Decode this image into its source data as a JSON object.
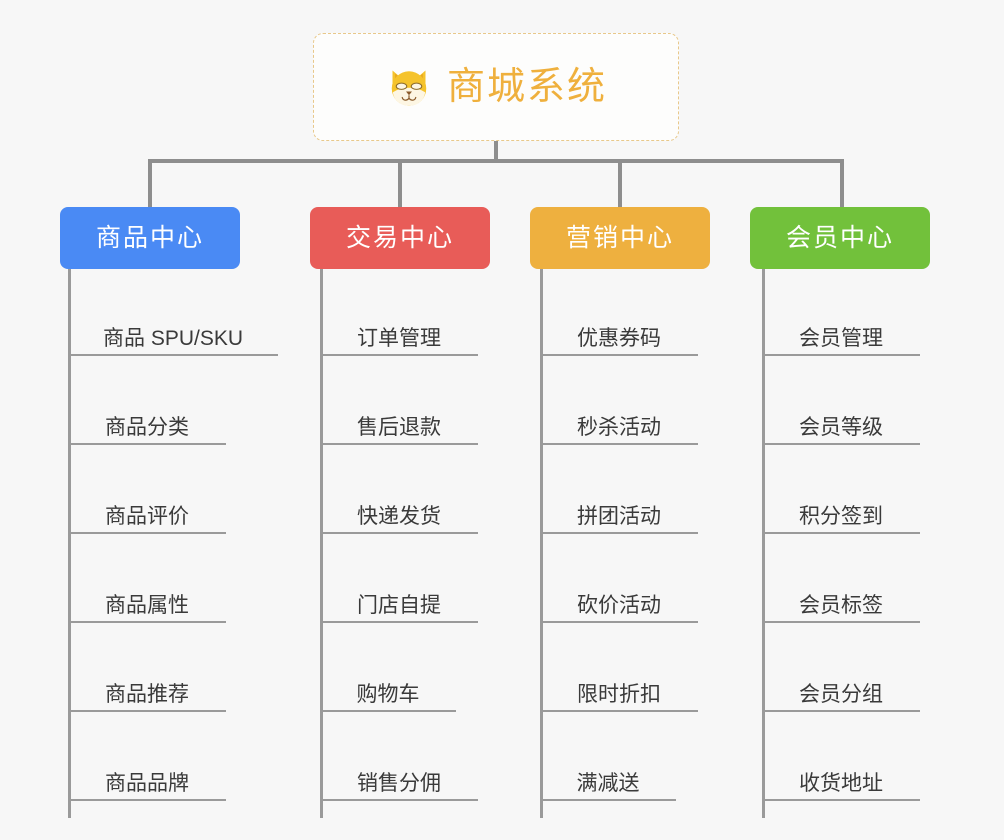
{
  "root": {
    "title": "商城系统",
    "icon": "shiba-dog-face-icon",
    "color": "#efb03d",
    "border_color": "#e8c88a",
    "background": "#fdfdfc"
  },
  "canvas": {
    "background": "#f7f7f7",
    "connector_color": "#8e8e8e",
    "leaf_line_color": "#9a9a9a",
    "leaf_text_color": "#3a3a3a"
  },
  "branches": [
    {
      "id": "product-center",
      "label": "商品中心",
      "color": "#4a8af4",
      "items": [
        "商品 SPU/SKU",
        "商品分类",
        "商品评价",
        "商品属性",
        "商品推荐",
        "商品品牌"
      ]
    },
    {
      "id": "trade-center",
      "label": "交易中心",
      "color": "#e85c58",
      "items": [
        "订单管理",
        "售后退款",
        "快递发货",
        "门店自提",
        "购物车",
        "销售分佣"
      ]
    },
    {
      "id": "marketing-center",
      "label": "营销中心",
      "color": "#eeb03f",
      "items": [
        "优惠券码",
        "秒杀活动",
        "拼团活动",
        "砍价活动",
        "限时折扣",
        "满减送"
      ]
    },
    {
      "id": "member-center",
      "label": "会员中心",
      "color": "#72c13b",
      "items": [
        "会员管理",
        "会员等级",
        "积分签到",
        "会员标签",
        "会员分组",
        "收货地址"
      ]
    }
  ]
}
